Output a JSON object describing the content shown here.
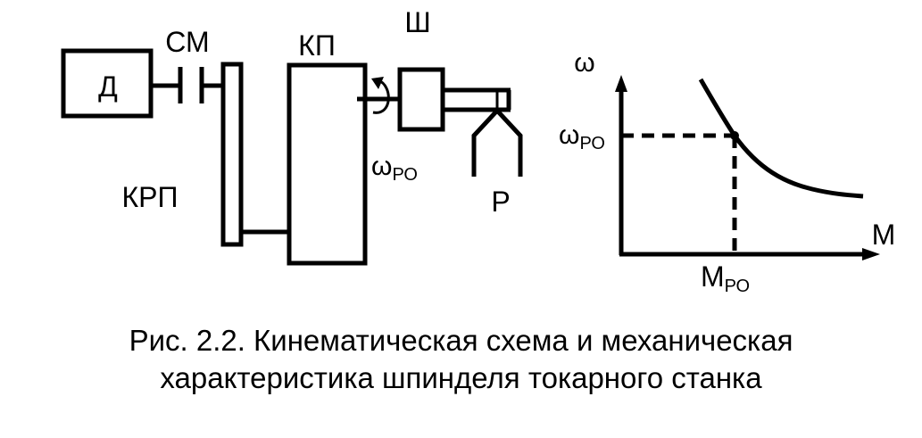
{
  "diagram": {
    "labels": {
      "motor": "Д",
      "coupling": "СМ",
      "gearbox": "КП",
      "spindle": "Ш",
      "belt_drive": "КРП",
      "chuck": "Р",
      "omega_ro_main": "ω",
      "omega_ro_sub": "РО"
    },
    "graph": {
      "y_axis_label": "ω",
      "x_axis_label": "M",
      "omega_tick_main": "ω",
      "omega_tick_sub": "РО",
      "m_tick_main": "M",
      "m_tick_sub": "РО"
    }
  },
  "caption": {
    "line1": "Рис. 2.2.  Кинематическая схема и механическая",
    "line2": "характеристика шпинделя токарного станка"
  }
}
